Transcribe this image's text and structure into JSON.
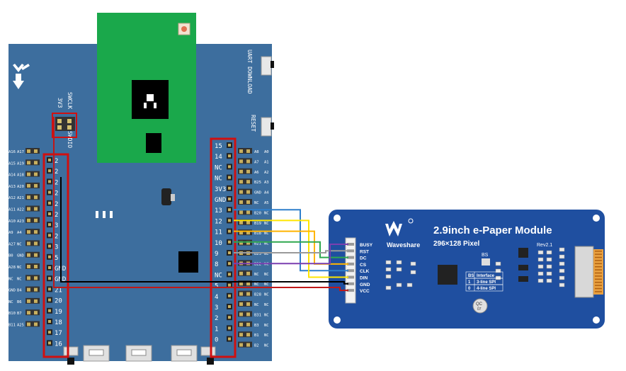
{
  "board": {
    "top_labels": {
      "v3": "3V3",
      "swclk": "SWCLK",
      "swdio": "SWDIO"
    },
    "uart_label": "UART DOWNLOAD",
    "reset_label": "RESET",
    "left_outer": [
      "A16",
      "A15",
      "A14",
      "A13",
      "A12",
      "A11",
      "A10",
      "A9",
      "A27",
      "B0",
      "A28",
      "NC",
      "GND",
      "NC",
      "B10",
      "B11"
    ],
    "left_outer2": [
      "A17",
      "A19",
      "A18",
      "A20",
      "A21",
      "A22",
      "A23",
      "A4",
      "NC",
      "GND",
      "NC",
      "NC",
      "B4",
      "B6",
      "B7",
      "A25"
    ],
    "left_inner": [
      "2",
      "2",
      "2",
      "2",
      "2",
      "2",
      "3",
      "2",
      "3",
      "5",
      "GND",
      "GND",
      "21",
      "20",
      "19",
      "18",
      "17",
      "16"
    ],
    "right_inner": [
      "15",
      "14",
      "NC",
      "NC",
      "3V3",
      "GND",
      "13",
      "12",
      "11",
      "10",
      "9",
      "8",
      "NC",
      "5",
      "4",
      "3",
      "2",
      "1",
      "0"
    ],
    "right_outer": [
      "A8",
      "A7",
      "A6",
      "B25",
      "GND",
      "NC",
      "B20",
      "B19",
      "B18",
      "B21",
      "B23",
      "B22",
      "NC",
      "NC",
      "B28",
      "NC",
      "B31",
      "B3",
      "B1",
      "B2"
    ],
    "right_outer2": [
      "A0",
      "A1",
      "A2",
      "A3",
      "A4",
      "A5",
      "NC",
      "NC",
      "NC",
      "NC",
      "NC",
      "NC",
      "NC",
      "NC",
      "NC",
      "NC",
      "NC",
      "NC",
      "NC",
      "NC"
    ]
  },
  "epaper": {
    "title": "2.9inch e-Paper Module",
    "subtitle": "296×128 Pixel",
    "brand": "Waveshare",
    "rev": "Rev2.1",
    "bs_label": "BS",
    "pins": [
      "BUSY",
      "RST",
      "DC",
      "CS",
      "CLK",
      "DIN",
      "GND",
      "VCC"
    ],
    "bs_table": [
      [
        "BS",
        "Interface"
      ],
      [
        "1",
        "3-line SPI"
      ],
      [
        "0",
        "4-line SPI"
      ]
    ],
    "qc": "QC",
    "qc_num": "07"
  },
  "wires": [
    {
      "color": "#2e7fcc",
      "from_pin": "13",
      "to_pin": "CLK"
    },
    {
      "color": "#ffe600",
      "from_pin": "12",
      "to_pin": "DIN"
    },
    {
      "color": "#ffb400",
      "from_pin": "11",
      "to_pin": "CS"
    },
    {
      "color": "#2fa84f",
      "from_pin": "10",
      "to_pin": "DC"
    },
    {
      "color": "#9a9a9a",
      "from_pin": "9",
      "to_pin": "RST"
    },
    {
      "color": "#7a3fb0",
      "from_pin": "8",
      "to_pin": "BUSY"
    },
    {
      "color": "#000000",
      "from_pin": "GND",
      "to_pin": "GND"
    },
    {
      "color": "#c01818",
      "from_pin": "3V3",
      "to_pin": "VCC"
    }
  ]
}
